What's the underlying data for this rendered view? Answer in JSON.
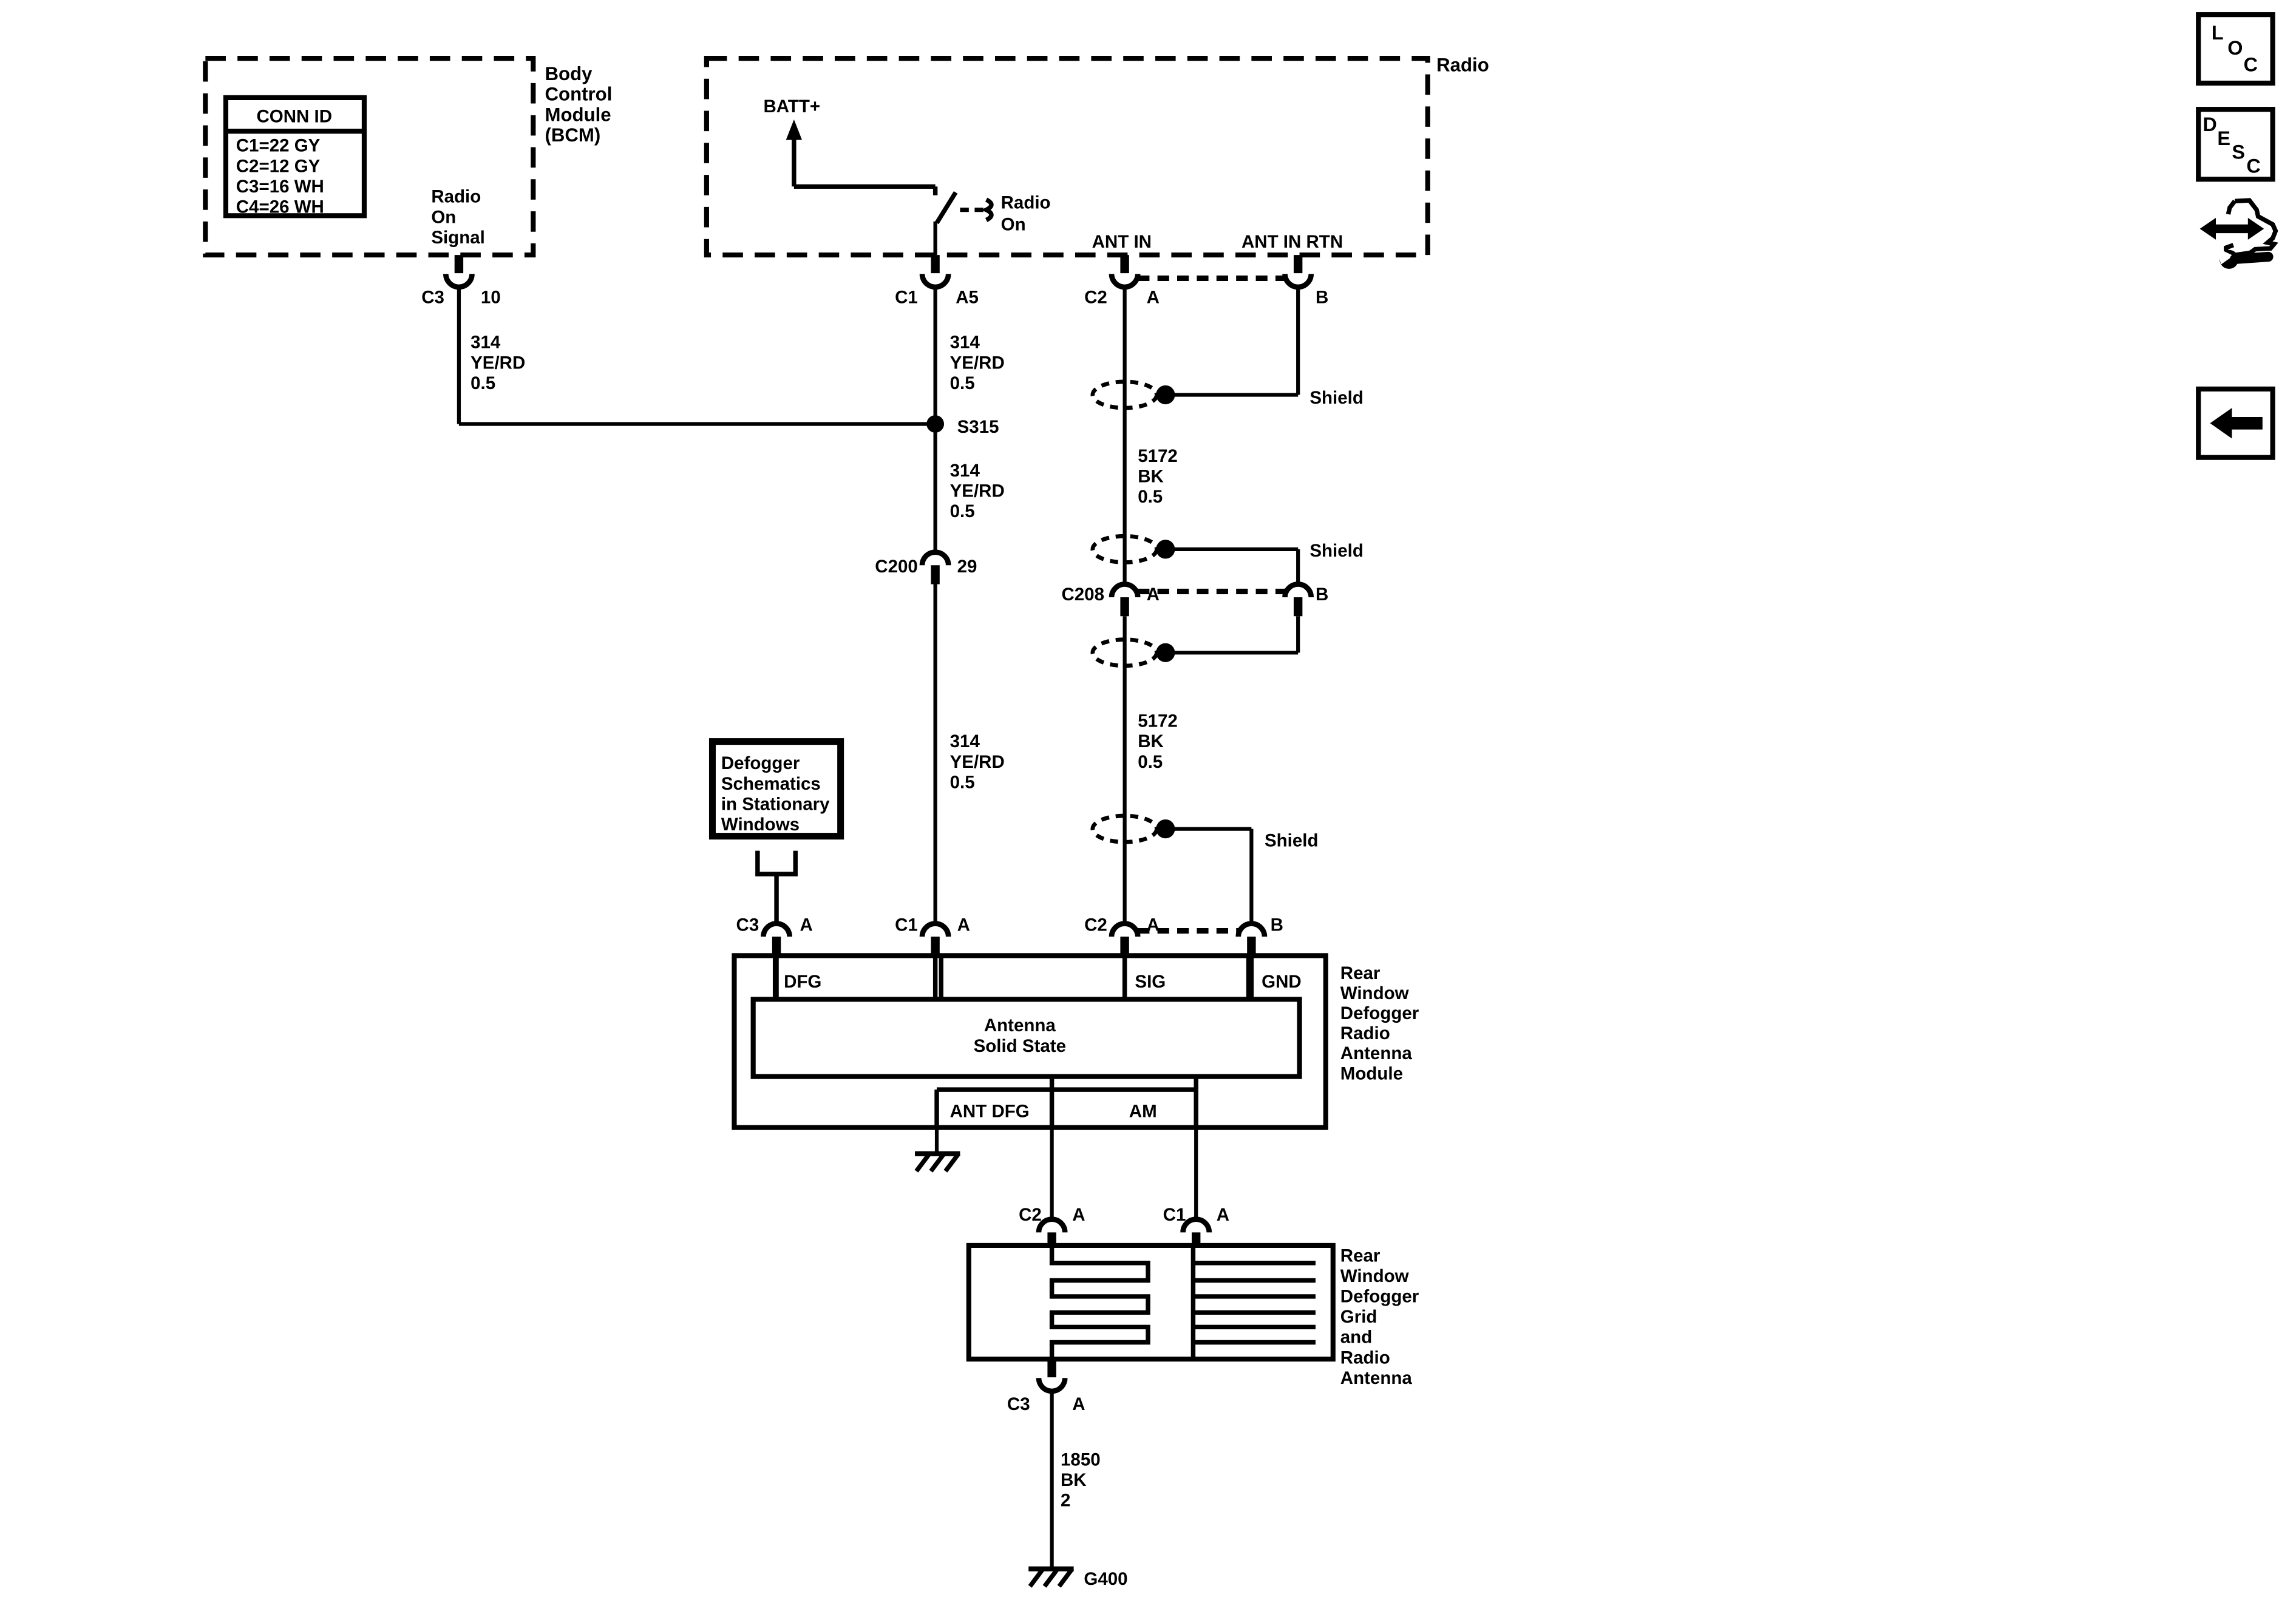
{
  "nav": {
    "loc": [
      "L",
      "O",
      "C"
    ],
    "desc": [
      "D",
      "E",
      "S",
      "C"
    ]
  },
  "bcm": {
    "title": [
      "Body",
      "Control",
      "Module",
      "(BCM)"
    ],
    "conn_table": {
      "header": "CONN ID",
      "rows": [
        "C1=22 GY",
        "C2=12 GY",
        "C3=16 WH",
        "C4=26 WH"
      ]
    },
    "signal": [
      "Radio",
      "On",
      "Signal"
    ],
    "conn": "C3",
    "pin": "10"
  },
  "radio": {
    "title": "Radio",
    "batt": "BATT+",
    "switch": [
      "Radio",
      "On"
    ],
    "ant_in": "ANT IN",
    "ant_in_rtn": "ANT IN RTN",
    "c1": "C1",
    "c1_pin": "A5",
    "c2": "C2",
    "c2_pin_a": "A",
    "c2_pin_b": "B"
  },
  "wires": {
    "w314": [
      "314",
      "YE/RD",
      "0.5"
    ],
    "w5172": [
      "5172",
      "BK",
      "0.5"
    ],
    "w1850": [
      "1850",
      "BK",
      "2"
    ]
  },
  "splice": "S315",
  "c200": {
    "name": "C200",
    "pin": "29"
  },
  "c208": {
    "name": "C208",
    "pin_a": "A",
    "pin_b": "B"
  },
  "shield": "Shield",
  "defogger_ref": [
    "Defogger",
    "Schematics",
    "in Stationary",
    "Windows"
  ],
  "module": {
    "name": [
      "Rear",
      "Window",
      "Defogger",
      "Radio",
      "Antenna",
      "Module"
    ],
    "dfg": "DFG",
    "sig": "SIG",
    "gnd": "GND",
    "ant_dfg": "ANT DFG",
    "am": "AM",
    "inner": [
      "Antenna",
      "Solid State"
    ],
    "c3": "C3",
    "c3_pin": "A",
    "c1": "C1",
    "c1_pin": "A",
    "c2": "C2",
    "c2_pin_a": "A",
    "c2_pin_b": "B"
  },
  "grid": {
    "name": [
      "Rear",
      "Window",
      "Defogger",
      "Grid",
      "and",
      "Radio",
      "Antenna"
    ],
    "c2": "C2",
    "c2_pin": "A",
    "c1": "C1",
    "c1_pin": "A",
    "c3": "C3",
    "c3_pin": "A"
  },
  "ground": "G400"
}
